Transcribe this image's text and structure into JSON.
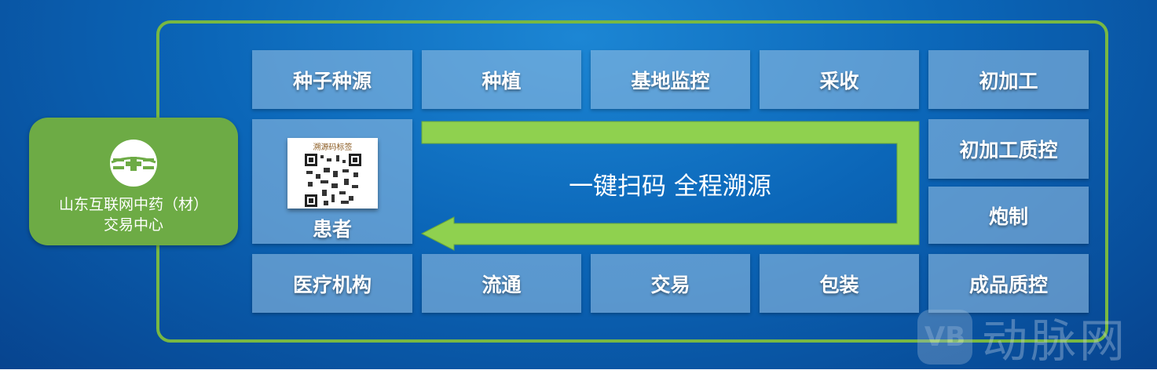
{
  "organization": {
    "name_line1": "山东互联网中药（材）",
    "name_line2": "交易中心"
  },
  "top_row": [
    "种子种源",
    "种植",
    "基地监控",
    "采收",
    "初加工"
  ],
  "right_col": [
    "初加工质控",
    "炮制"
  ],
  "bottom_row": [
    "医疗机构",
    "流通",
    "交易",
    "包装",
    "成品质控"
  ],
  "patient": {
    "label": "患者",
    "qr_label": "溯源码标签"
  },
  "slogan": "一键扫码  全程溯源",
  "watermark": {
    "badge": "VB",
    "text": "动脉网"
  },
  "colors": {
    "green": "#78b843",
    "cell": "#8cb9e1",
    "background": "#0b66b8"
  }
}
